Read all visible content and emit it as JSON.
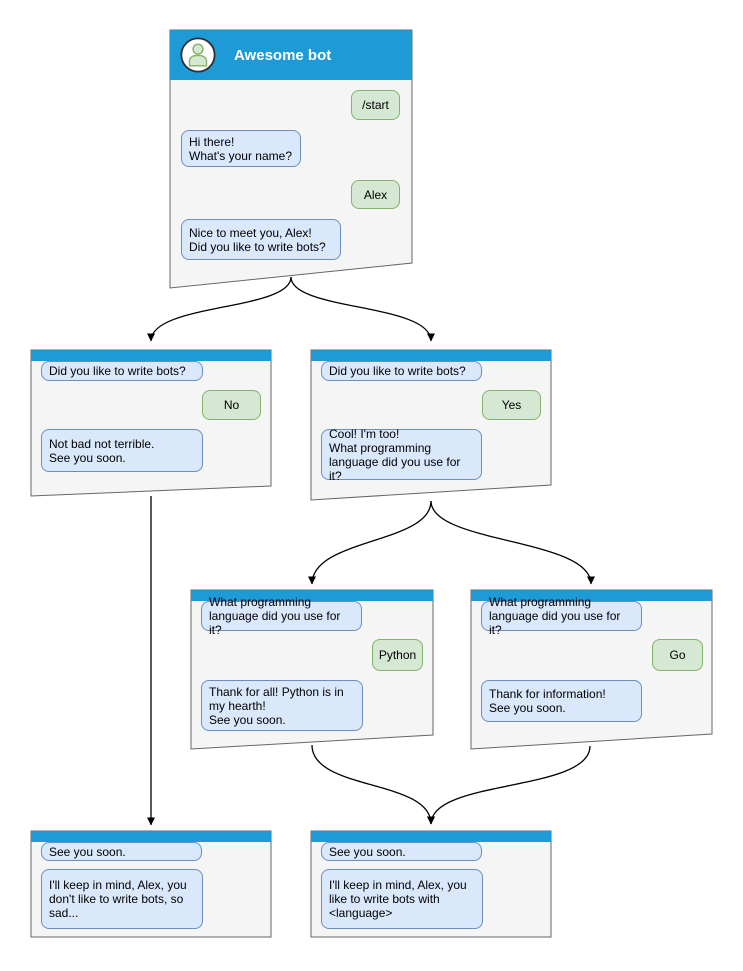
{
  "palette": {
    "header_blue": "#1e9bd7",
    "window_fill": "#f5f5f5",
    "window_stroke": "#666666",
    "bot_bubble_fill": "#dae8fc",
    "bot_bubble_stroke": "#6c8ebf",
    "user_bubble_fill": "#d5e8d4",
    "user_bubble_stroke": "#82b366",
    "arrow_color": "#000000"
  },
  "windows": [
    {
      "id": "start",
      "title": "Awesome bot",
      "messages": [
        {
          "from": "user",
          "text": "/start"
        },
        {
          "from": "bot",
          "text": "Hi there!\nWhat's your name?"
        },
        {
          "from": "user",
          "text": "Alex"
        },
        {
          "from": "bot",
          "text": "Nice to meet you, Alex!\nDid you like to write bots?"
        }
      ]
    },
    {
      "id": "branch-no",
      "messages": [
        {
          "from": "bot",
          "text": "Did you like to write bots?"
        },
        {
          "from": "user",
          "text": "No"
        },
        {
          "from": "bot",
          "text": "Not bad not terrible.\nSee you soon."
        }
      ]
    },
    {
      "id": "branch-yes",
      "messages": [
        {
          "from": "bot",
          "text": "Did you like to write bots?"
        },
        {
          "from": "user",
          "text": "Yes"
        },
        {
          "from": "bot",
          "text": "Cool! I'm too!\nWhat programming\nlanguage did you use for it?"
        }
      ]
    },
    {
      "id": "lang-python",
      "messages": [
        {
          "from": "bot",
          "text": "What programming\nlanguage did you use for it?"
        },
        {
          "from": "user",
          "text": "Python"
        },
        {
          "from": "bot",
          "text": "Thank for all! Python is in\nmy hearth!\nSee you soon."
        }
      ]
    },
    {
      "id": "lang-go",
      "messages": [
        {
          "from": "bot",
          "text": "What programming\nlanguage did you use for it?"
        },
        {
          "from": "user",
          "text": "Go"
        },
        {
          "from": "bot",
          "text": "Thank for information!\nSee you soon."
        }
      ]
    },
    {
      "id": "end-sad",
      "messages": [
        {
          "from": "bot",
          "text": "See you soon."
        },
        {
          "from": "bot",
          "text": "I'll keep in mind, Alex, you\ndon't like to write bots, so\nsad..."
        }
      ]
    },
    {
      "id": "end-language",
      "messages": [
        {
          "from": "bot",
          "text": "See you soon."
        },
        {
          "from": "bot",
          "text": "I'll keep in mind, Alex, you\nlike to write bots with\n<language>"
        }
      ]
    }
  ]
}
